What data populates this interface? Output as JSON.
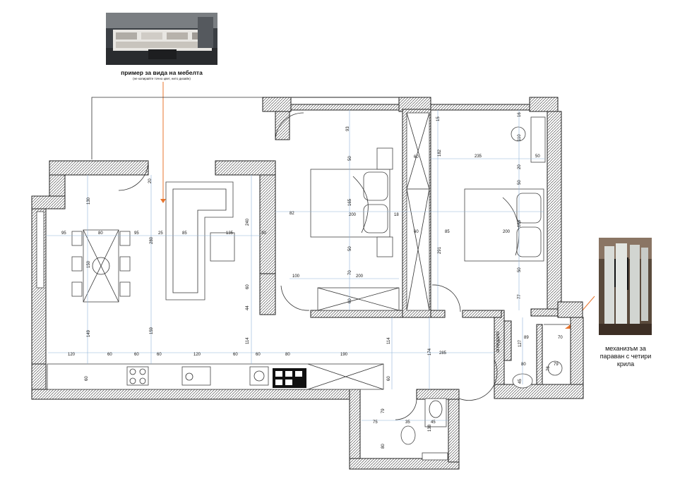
{
  "furniture_example": {
    "caption": "пример за вида на мебелта",
    "note": "(не копирайте точно цвет, нито дизайн)",
    "image_icon": "furniture-photo-icon"
  },
  "partition_example": {
    "caption_lines": [
      "механизъм за",
      "параван с четири",
      "крила"
    ],
    "image_icon": "shower-partition-photo-icon"
  },
  "mirror_label": "огледало",
  "dimensions": {
    "d93": "93",
    "d15": "15",
    "d16": "16",
    "d110": "110",
    "d182": "182",
    "d235": "235",
    "d50a": "50",
    "d50b": "50",
    "d20a": "20",
    "d20b": "20",
    "d60a": "60",
    "d18": "18",
    "d130": "130",
    "d95a": "95",
    "d95b": "95",
    "d80a": "80",
    "d25": "25",
    "d85a": "85",
    "d135": "135",
    "d30": "30",
    "d82": "82",
    "d200a": "200",
    "d165a": "165",
    "d240": "240",
    "d280": "280",
    "d150": "150",
    "d60b": "60",
    "d85b": "85",
    "d200b": "200",
    "d165b": "165",
    "d50c": "50",
    "d50d": "50",
    "d50e": "50",
    "d70a": "70",
    "d100": "100",
    "d200c": "200",
    "d60c": "60",
    "d44": "44",
    "d60d": "60",
    "d291": "291",
    "d77": "77",
    "d149": "149",
    "d159": "159",
    "d114a": "114",
    "d114b": "114",
    "d174": "174",
    "d285": "285",
    "d127": "127",
    "d89": "89",
    "d70b": "70",
    "d80b": "80",
    "d79a": "79",
    "d78": "78",
    "d45a": "45",
    "d120a": "120",
    "d60e": "60",
    "d60f": "60",
    "d60g": "60",
    "d120b": "120",
    "d60h": "60",
    "d60i": "60",
    "d80c": "80",
    "d190": "190",
    "d60j": "60",
    "d60k": "60",
    "d79b": "79",
    "d75": "75",
    "d35": "35",
    "d45b": "45",
    "d80d": "80",
    "d138": "138"
  }
}
